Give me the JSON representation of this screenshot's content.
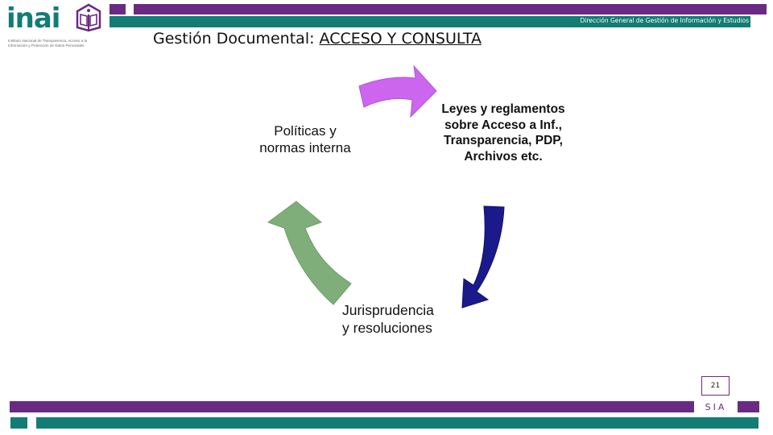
{
  "header": {
    "brand": {
      "wordmark": "inai",
      "subtitle_line1": "Instituto Nacional de Transparencia, Acceso a la",
      "subtitle_line2": "Información y Protección de Datos Personales",
      "icon": "book-house-icon"
    },
    "department": "Dirección General de Gestión de Información y Estudios"
  },
  "slide": {
    "title_prefix": "Gestión Documental: ",
    "title_underlined": "ACCESO Y CONSULTA",
    "cycle": {
      "left": "Políticas y normas interna",
      "right": "Leyes y reglamentos sobre Acceso a Inf., Transparencia, PDP, Archivos etc.",
      "bottom_line1": "Jurisprudencia",
      "bottom_line2": "y  resoluciones"
    },
    "arrow_colors": {
      "top": "#cc66ee",
      "right": "#1a1a8c",
      "left": "#7fae7a"
    }
  },
  "footer": {
    "page_number": "21",
    "tag": "SIA"
  },
  "colors": {
    "purple": "#6a2a84",
    "teal": "#127c75"
  }
}
